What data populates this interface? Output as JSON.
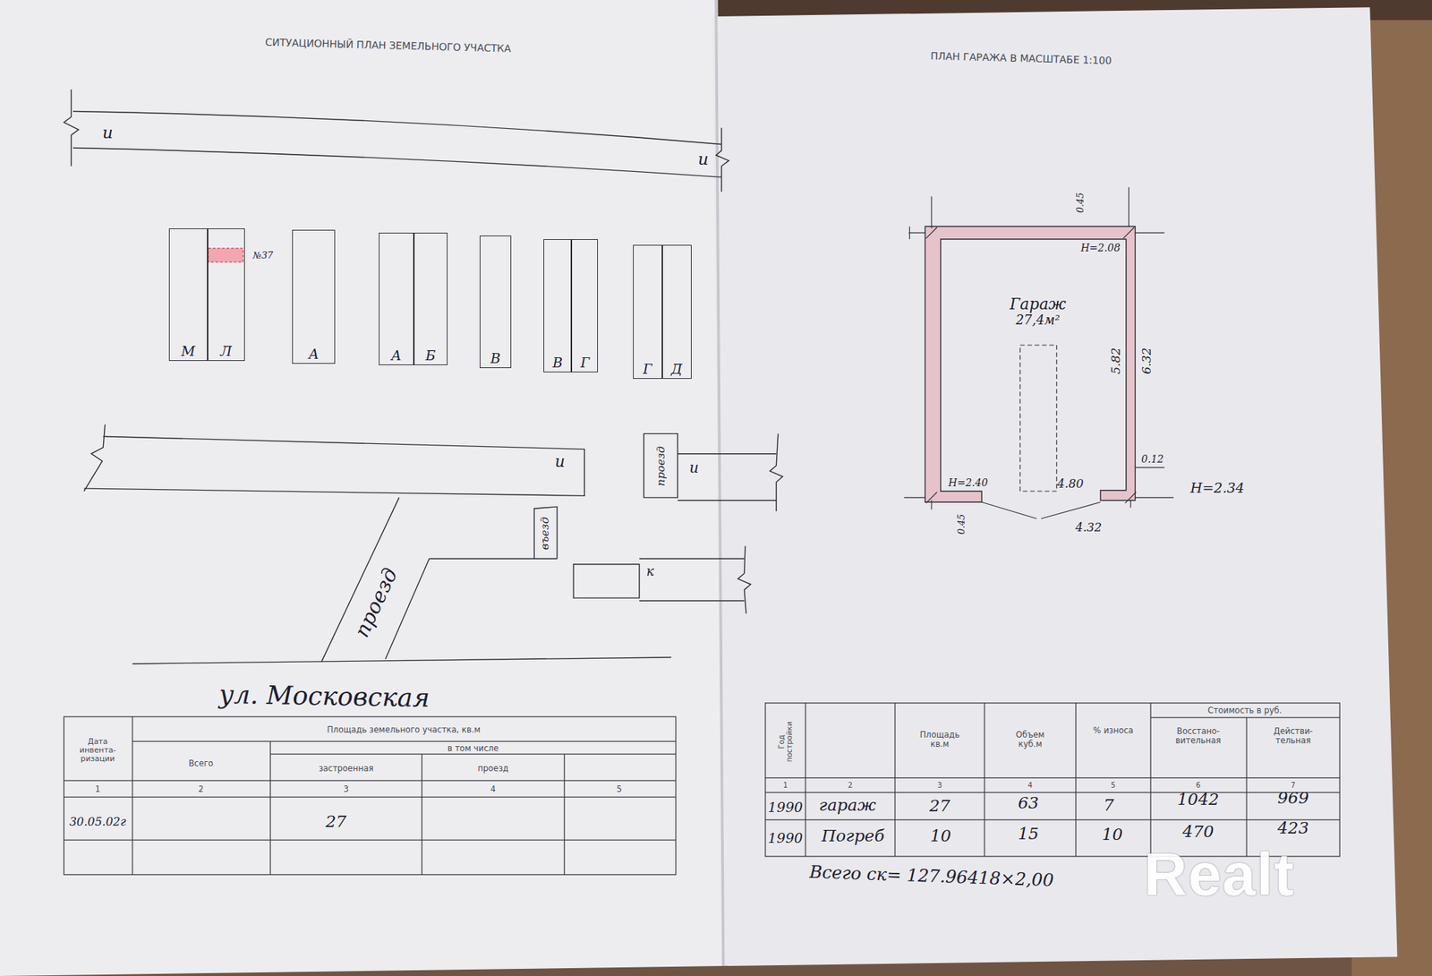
{
  "diagram": {
    "title": "СИТУАЦИОННЫЙ ПЛАН ЗЕМЕЛЬНОГО УЧАСТКА",
    "nodes": [
      {
        "text": [
          "М"
        ]
      },
      {
        "text": [
          "Л"
        ]
      },
      {
        "text": [
          "А"
        ]
      },
      {
        "text": [
          "А"
        ]
      },
      {
        "text": [
          "Б"
        ]
      },
      {
        "text": [
          "В"
        ]
      },
      {
        "text": [
          "В"
        ]
      },
      {
        "text": [
          "Г"
        ]
      },
      {
        "text": [
          "Г"
        ]
      },
      {
        "text": [
          "Д"
        ]
      },
      {
        "text": [
          "Гараж",
          "27,4м²"
        ]
      }
    ],
    "labels": [
      "ПЛАН ГАРАЖА В МАСШТАБЕ 1:100",
      "и",
      "и",
      "№37",
      "и",
      "проезд",
      "и",
      "въезд",
      "к",
      "проезд",
      "ул. Московская",
      "Дата инвента- ризации",
      "Площадь земельного участка, кв.м",
      "Всего",
      "в том числе",
      "застроенная",
      "проезд",
      "1",
      "2",
      "3",
      "4",
      "5",
      "30.05.02г",
      "27",
      "Стоимость в руб.",
      "Год постройки",
      "Площадь кв.м",
      "Объем куб.м",
      "% износа",
      "Восстано- вительная",
      "Действи- тельная",
      "1",
      "2",
      "3",
      "4",
      "5",
      "6",
      "7",
      "1990",
      "гараж",
      "27",
      "63",
      "7",
      "1042",
      "969",
      "1990",
      "Погреб",
      "10",
      "15",
      "10",
      "470",
      "423",
      "Всего ск= 127.96418×2,00",
      "Realt",
      "0.45",
      "Н=2.08",
      "5.82",
      "6.32",
      "0.12",
      "Н=2.40",
      "4.80",
      "Н=2.34",
      "0.45",
      "4.32"
    ]
  }
}
